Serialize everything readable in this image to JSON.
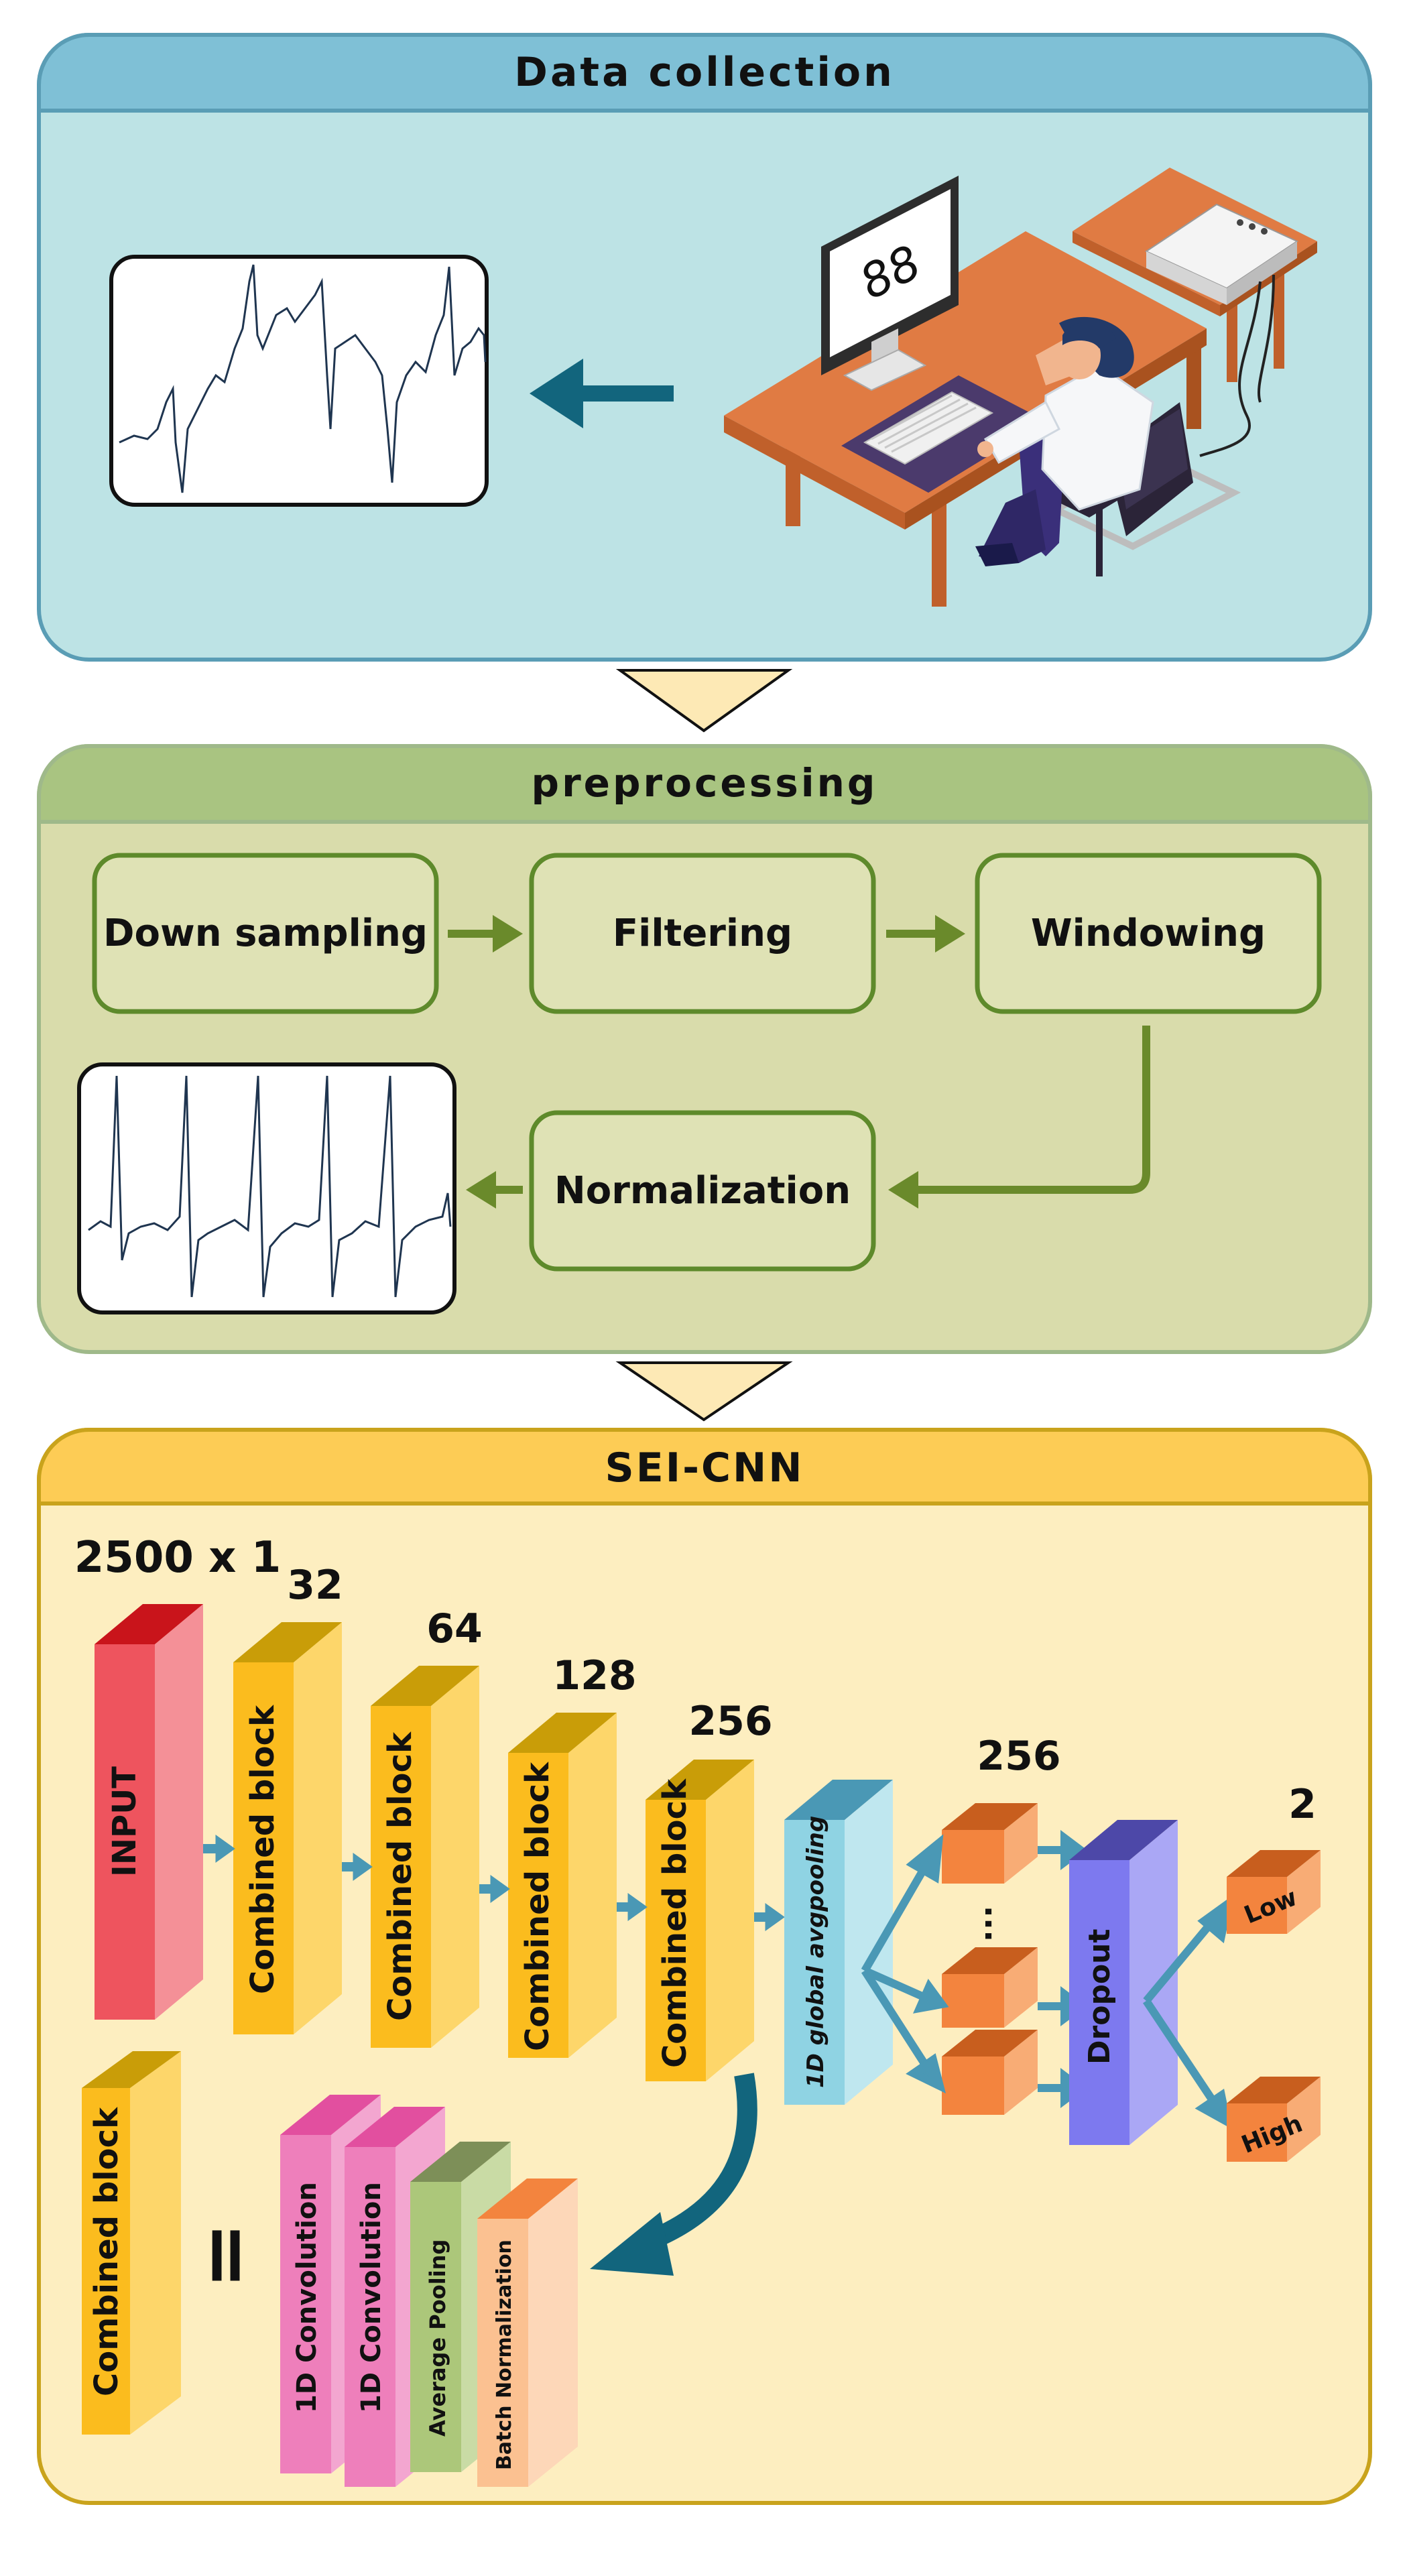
{
  "sections": {
    "data_collection": {
      "title": "Data collection",
      "monitor_text": "88"
    },
    "preprocessing": {
      "title": "preprocessing",
      "steps": [
        "Down sampling",
        "Filtering",
        "Windowing",
        "Normalization"
      ]
    },
    "sei_cnn": {
      "title": "SEI-CNN",
      "input_label": "INPUT",
      "input_size": "2500 x 1",
      "blocks": [
        {
          "label": "Combined block",
          "filters": "32"
        },
        {
          "label": "Combined block",
          "filters": "64"
        },
        {
          "label": "Combined block",
          "filters": "128"
        },
        {
          "label": "Combined block",
          "filters": "256"
        }
      ],
      "gap_label": "1D global avgpooling",
      "dense_units": "256",
      "dense_dots": "...",
      "dropout_label": "Dropout",
      "output_units": "2",
      "outputs": [
        "Low",
        "High"
      ],
      "legend": {
        "block_label": "Combined block",
        "equals": "=",
        "layers": [
          "1D Convolution",
          "1D Convolution",
          "Average Pooling",
          "Batch Normalization"
        ]
      }
    }
  },
  "colors": {
    "dc_bg": "#bde3e5",
    "dc_head": "#7fc0d6",
    "dc_border": "#5a9db5",
    "pp_bg": "#d9dcab",
    "pp_head": "#a9c481",
    "pp_border": "#9fb98a",
    "cnn_bg": "#fdeec0",
    "cnn_head": "#fdcc55",
    "cnn_border": "#c9a31c",
    "green": "#6a8a2b",
    "teal_arrow": "#4a98b5"
  }
}
